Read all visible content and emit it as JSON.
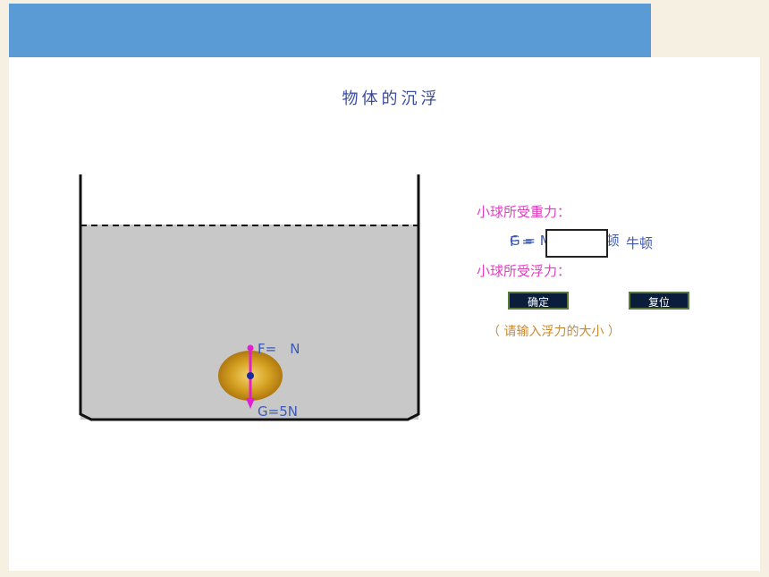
{
  "header": {
    "title": ""
  },
  "scene": {
    "title": "物体的沉浮",
    "float_force_label": "F=　N",
    "gravity_label": "G=5N"
  },
  "info": {
    "gravity_heading": "小球所受重力：",
    "gravity_formula": "G = Mg = 5 牛顿",
    "buoyancy_heading": "小球所受浮力：",
    "buoyancy_prefix": "F =",
    "buoyancy_unit": "牛顿",
    "buoyancy_input_value": "",
    "hint": "（ 请输入浮力的大小 ）"
  },
  "buttons": {
    "confirm": "确定",
    "reset": "复位"
  },
  "colors": {
    "header": "#5b9bd5",
    "water": "#c8c8c8",
    "ball": "#d4a020",
    "force_arrow": "#e020d0",
    "text_blue": "#3c5ab4",
    "text_pink": "#e040c0"
  }
}
